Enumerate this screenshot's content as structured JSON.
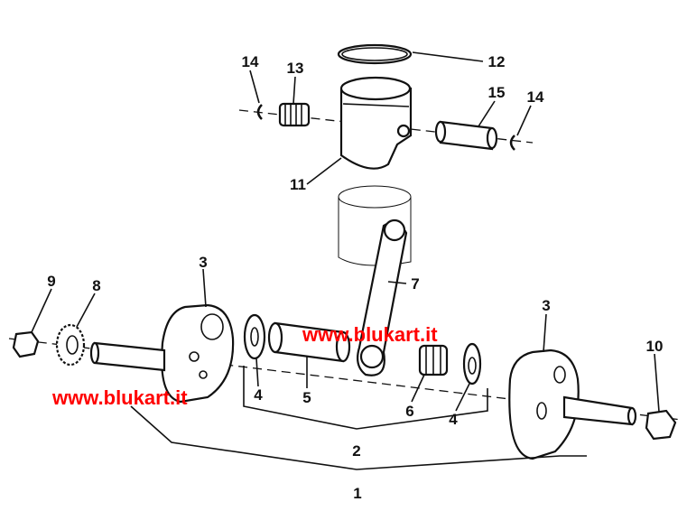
{
  "watermark": "www.blukart.it",
  "colors": {
    "watermark": "#ff0000",
    "ink": "#111111"
  },
  "labels": {
    "circlip_left": "14",
    "needle_bearing_small": "13",
    "piston_ring": "12",
    "piston_pin": "15",
    "circlip_right": "14",
    "piston": "11",
    "connecting_rod": "7",
    "flywheel_left": "3",
    "nut_left": "9",
    "gear": "8",
    "flywheel_right": "3",
    "nut_right": "10",
    "washer_left": "4",
    "crank_pin": "5",
    "needle_bearing_big": "6",
    "washer_right": "4",
    "rod_assembly": "2",
    "crankshaft_assembly": "1"
  }
}
